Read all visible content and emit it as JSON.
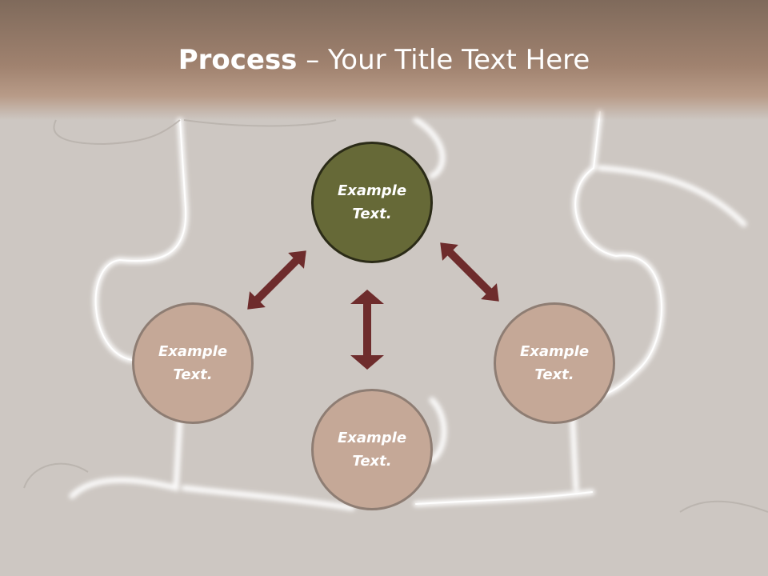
{
  "title": {
    "bold": "Process",
    "rest": " – Your Title Text Here"
  },
  "colors": {
    "header": "#a0826f",
    "center_fill": "#666937",
    "satellite_fill": "#c5a897",
    "arrow": "#6e2c2c"
  },
  "diagram": {
    "center": {
      "text_line1": "Example",
      "text_line2": "Text."
    },
    "left": {
      "text_line1": "Example",
      "text_line2": "Text."
    },
    "bottom": {
      "text_line1": "Example",
      "text_line2": "Text."
    },
    "right": {
      "text_line1": "Example",
      "text_line2": "Text."
    }
  }
}
